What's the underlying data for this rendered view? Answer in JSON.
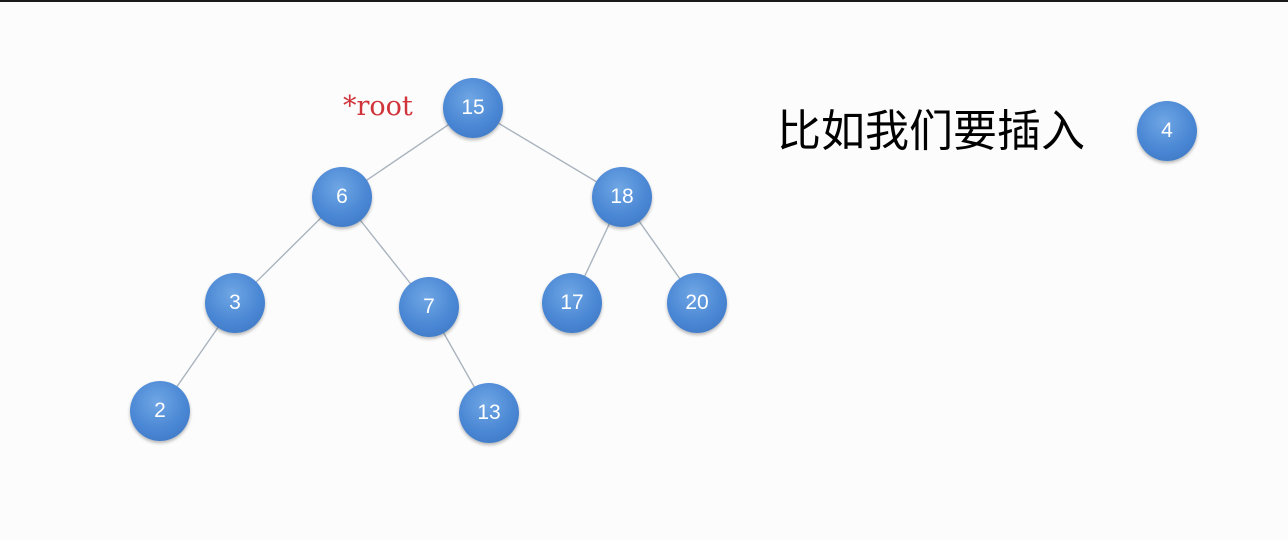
{
  "tree": {
    "root_label": "*root",
    "nodes": [
      {
        "id": "n15",
        "label": "15"
      },
      {
        "id": "n6",
        "label": "6"
      },
      {
        "id": "n18",
        "label": "18"
      },
      {
        "id": "n3",
        "label": "3"
      },
      {
        "id": "n7",
        "label": "7"
      },
      {
        "id": "n17",
        "label": "17"
      },
      {
        "id": "n20",
        "label": "20"
      },
      {
        "id": "n2",
        "label": "2"
      },
      {
        "id": "n13",
        "label": "13"
      }
    ],
    "edges": [
      [
        "n15",
        "n6"
      ],
      [
        "n15",
        "n18"
      ],
      [
        "n6",
        "n3"
      ],
      [
        "n6",
        "n7"
      ],
      [
        "n18",
        "n17"
      ],
      [
        "n18",
        "n20"
      ],
      [
        "n3",
        "n2"
      ],
      [
        "n7",
        "n13"
      ]
    ]
  },
  "insert": {
    "caption": "比如我们要插入",
    "node_label": "4"
  },
  "colors": {
    "node_fill": "#4a87d4",
    "edge": "#a9b4bf",
    "root_label": "#d0333a"
  }
}
